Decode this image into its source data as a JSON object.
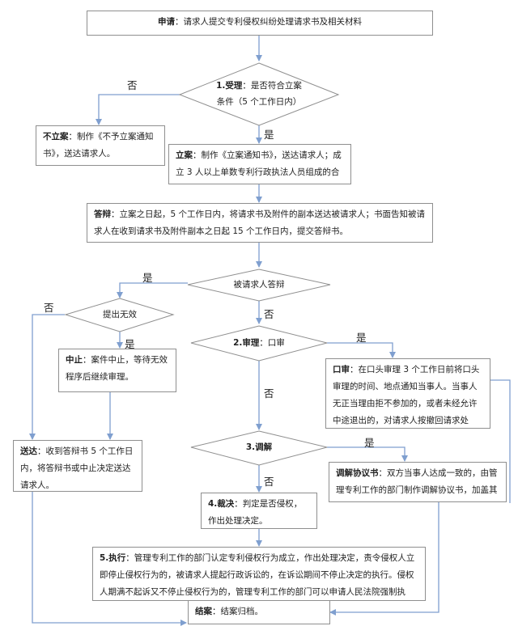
{
  "apply": {
    "title": "申请",
    "text": "：请求人提交专利侵权纠纷处理请求书及相关材料"
  },
  "accept": {
    "title": "1.受理",
    "text": "：是否符合立案",
    "text2": "条件（5 个工作日内）"
  },
  "no_file": {
    "title": "不立案",
    "text": "：制作《不予立案通知书》，送达请求人。"
  },
  "file_case": {
    "title": "立案",
    "text": "：制作《立案通知书》，送达请求人；成立 3 人以上单数专利行政执法人员组成的合"
  },
  "defense": {
    "title": "答辩",
    "text": "：立案之日起，5 个工作日内，将请求书及附件的副本送达被请求人；书面告知被请求人在收到请求书及附件副本之日起 15 个工作日内，提交答辩书。"
  },
  "respondent": {
    "text": "被请求人答辩"
  },
  "invalid": {
    "text": "提出无效"
  },
  "suspend": {
    "title": "中止",
    "text": "：案件中止，等待无效程序后继续审理。"
  },
  "deliver": {
    "title": "送达",
    "text": "：收到答辩书 5 个工作日内，将答辩书或中止决定送达请求人。"
  },
  "review": {
    "title": "2.审理",
    "text": "：口审"
  },
  "oral": {
    "title": "口审",
    "text": "：在口头审理 3 个工作日前将口头审理的时间、地点通知当事人。当事人无正当理由拒不参加的，或者未经允许中途退出的，对请求人按撤回请求处理，对被请求人按缺席处理。"
  },
  "mediation": {
    "title": "3.调解"
  },
  "agreement": {
    "title": "调解协议书",
    "text": "：双方当事人达成一致的，由管理专利工作的部门制作调解协议书，加盖其公章，并由双方当事人签名或者盖章。"
  },
  "ruling": {
    "title": "4.裁决",
    "text": "：判定是否侵权，作出处理决定。"
  },
  "execute": {
    "title": "5.执行",
    "text": "：管理专利工作的部门认定专利侵权行为成立，作出处理决定，责令侵权人立即停止侵权行为的，被请求人提起行政诉讼的，在诉讼期间不停止决定的执行。侵权人期满不起诉又不停止侵权行为的，管理专利工作的部门可以申请人民法院强制执行。"
  },
  "close": {
    "title": "结案",
    "text": "：结案归档。"
  },
  "labels": {
    "yes": "是",
    "no": "否"
  }
}
